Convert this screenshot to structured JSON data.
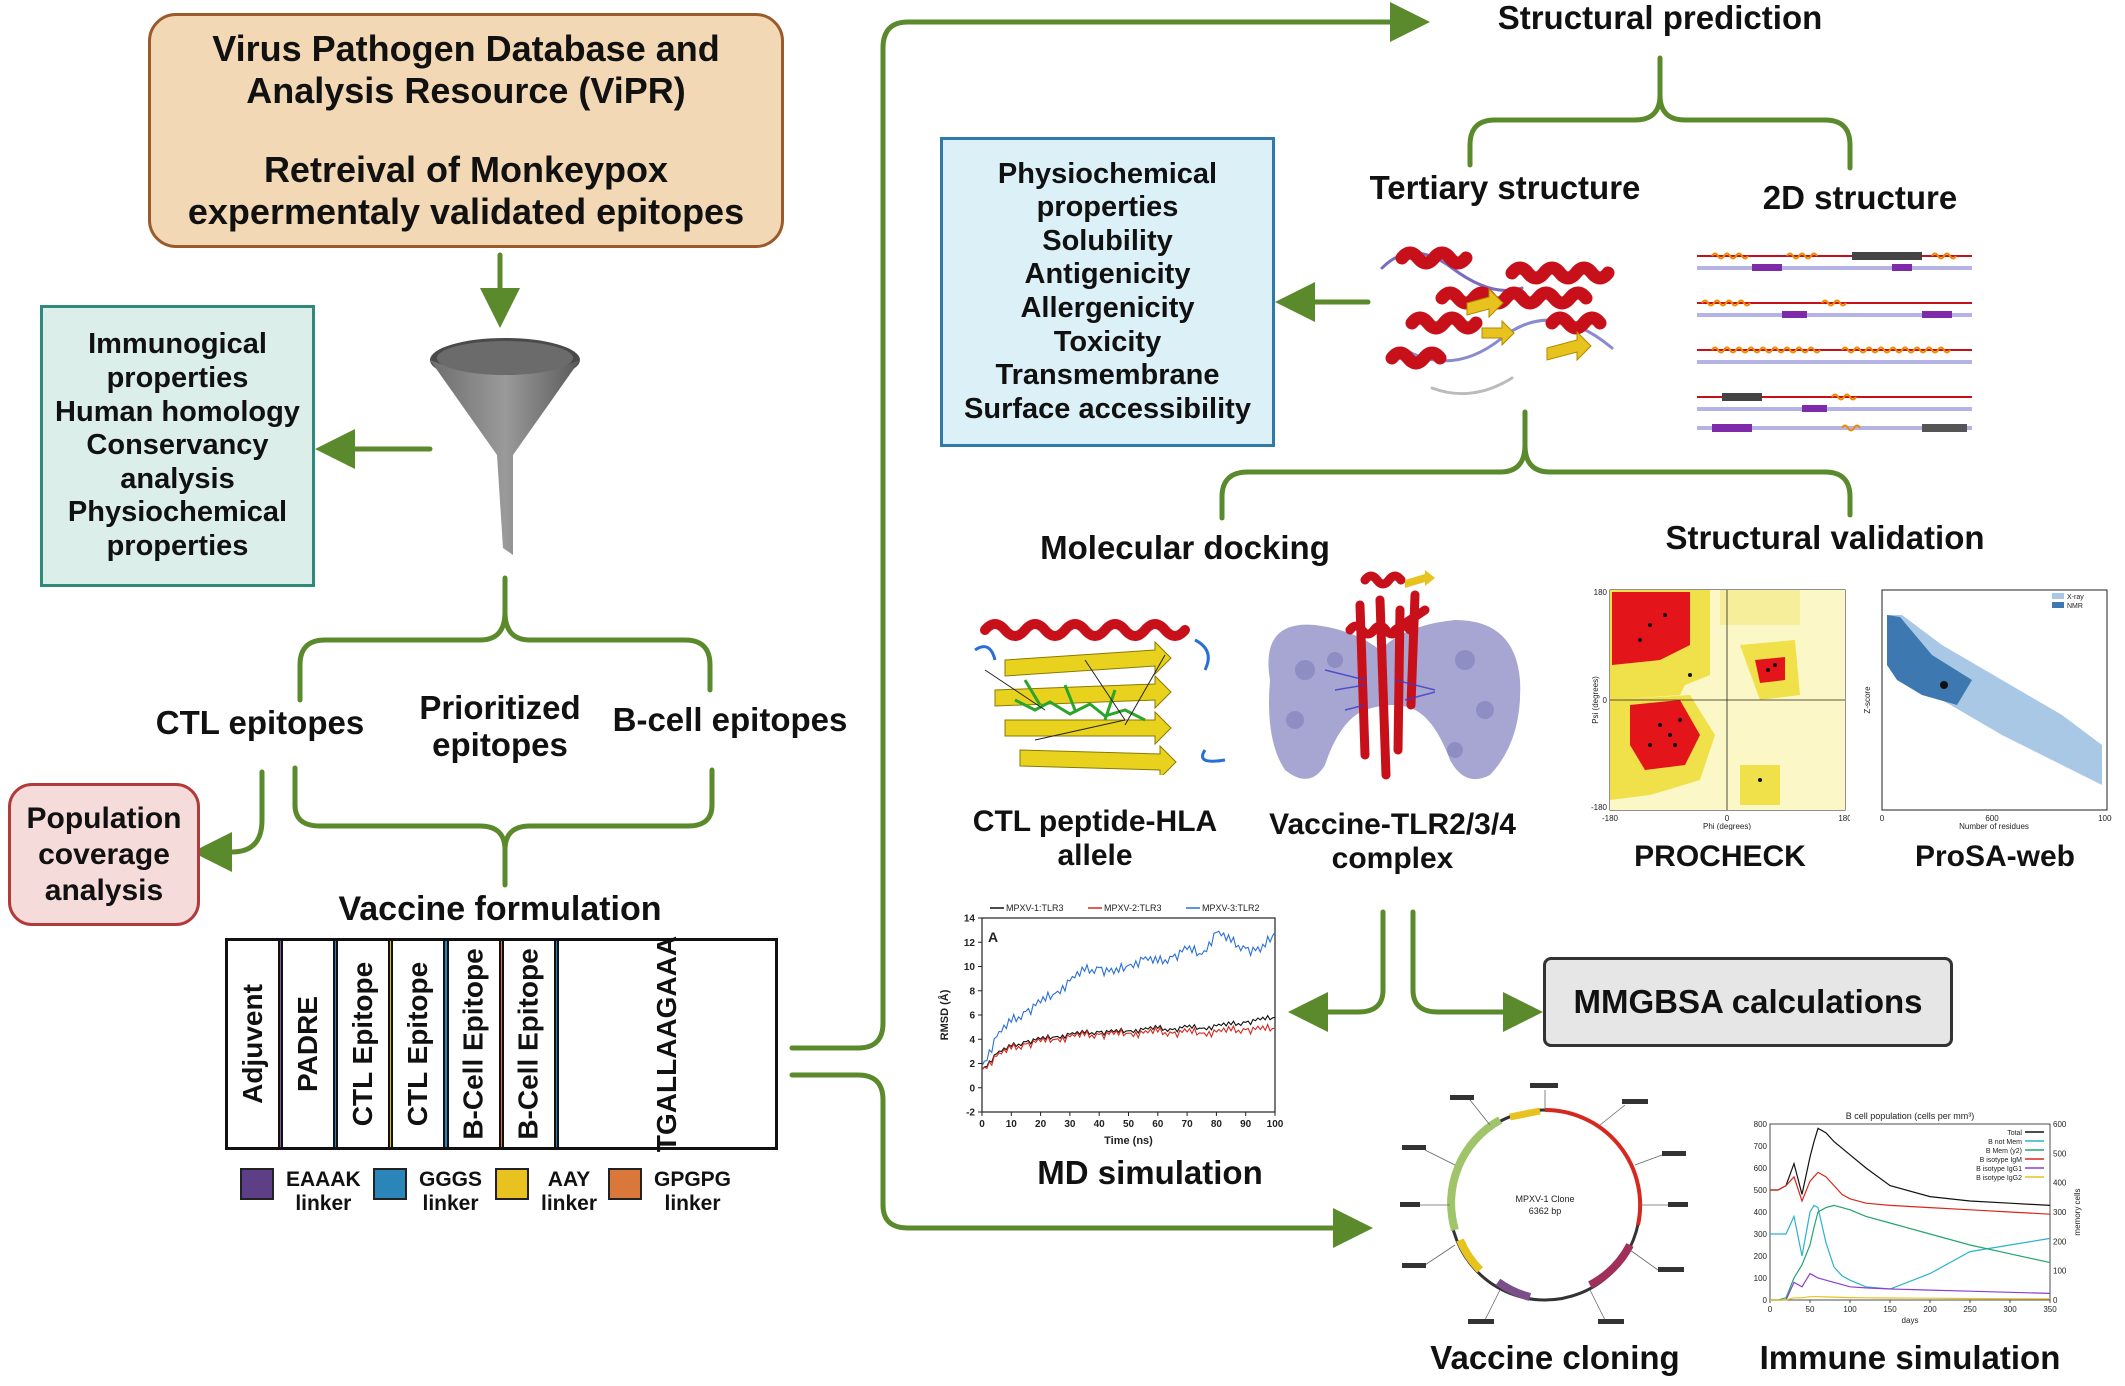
{
  "vipr_box": {
    "title_lines": [
      "Virus Pathogen Database and",
      "Analysis Resource (ViPR)"
    ],
    "subtitle_lines": [
      "Retreival of Monkeypox",
      "expermentaly validated epitopes"
    ]
  },
  "filter_box": {
    "lines": [
      "Immunogical",
      "properties",
      "Human homology",
      "Conservancy",
      "analysis",
      "Physiochemical",
      "properties"
    ]
  },
  "epitopes": {
    "ctl": "CTL epitopes",
    "prioritized_lines": [
      "Prioritized",
      "epitopes"
    ],
    "bcell": "B-cell epitopes"
  },
  "population_box": {
    "lines": [
      "Population",
      "coverage",
      "analysis"
    ]
  },
  "vaccine_formulation": {
    "title": "Vaccine formulation",
    "segments": [
      {
        "label": "Adjuvent",
        "type": "text"
      },
      {
        "label": "",
        "type": "linker",
        "color": "#7f5aa8"
      },
      {
        "label": "PADRE",
        "type": "text"
      },
      {
        "label": "",
        "type": "linker",
        "color": "#2a86b8"
      },
      {
        "label": "CTL Epitope",
        "type": "text"
      },
      {
        "label": "",
        "type": "linker",
        "color": "#e8c21e"
      },
      {
        "label": "CTL Epitope",
        "type": "text"
      },
      {
        "label": "",
        "type": "linker",
        "color": "#2a86b8"
      },
      {
        "label": "B-Cell Epitope",
        "type": "text"
      },
      {
        "label": "",
        "type": "linker",
        "color": "#d9783a"
      },
      {
        "label": "B-Cell Epitope",
        "type": "text"
      },
      {
        "label": "",
        "type": "linker",
        "color": "#2a86b8"
      },
      {
        "label": "TGALLAAGAAA",
        "type": "text"
      }
    ],
    "legend": [
      {
        "name_lines": [
          "EAAAK",
          "linker"
        ],
        "color": "#5c3f86"
      },
      {
        "name_lines": [
          "GGGS",
          "linker"
        ],
        "color": "#2a86b8"
      },
      {
        "name_lines": [
          "AAY",
          "linker"
        ],
        "color": "#e8c21e"
      },
      {
        "name_lines": [
          "GPGPG",
          "linker"
        ],
        "color": "#d9783a"
      }
    ]
  },
  "structural_prediction": {
    "title": "Structural prediction",
    "tertiary": "Tertiary structure",
    "secondary": "2D structure"
  },
  "properties_box": {
    "lines": [
      "Physiochemical",
      "properties",
      "Solubility",
      "Antigenicity",
      "Allergenicity",
      "Toxicity",
      "Transmembrane",
      "Surface accessibility"
    ]
  },
  "docking": {
    "title": "Molecular docking",
    "ctl_lines": [
      "CTL peptide-HLA",
      "allele"
    ],
    "tlr_lines": [
      "Vaccine-TLR2/3/4",
      "complex"
    ]
  },
  "validation": {
    "title": "Structural validation",
    "procheck": "PROCHECK",
    "prosa": "ProSA-web",
    "procheck_axes": {
      "x": "Phi (degrees)",
      "y": "Psi (degrees)"
    },
    "prosa_axes": {
      "x": "Number of residues",
      "y": "Z-score"
    },
    "prosa_legend": [
      "X-ray",
      "NMR"
    ]
  },
  "md": {
    "title": "MD simulation",
    "panel_letter": "A",
    "chart_data": {
      "type": "line",
      "title": "",
      "xlabel": "Time (ns)",
      "ylabel": "RMSD (Å)",
      "xlim": [
        0,
        100
      ],
      "ylim": [
        -2,
        14
      ],
      "xticks": [
        "0",
        "10",
        "20",
        "30",
        "40",
        "50",
        "60",
        "70",
        "80",
        "90",
        "100"
      ],
      "yticks": [
        "-2",
        "0",
        "2",
        "4",
        "6",
        "8",
        "10",
        "12",
        "14"
      ],
      "x": [
        0,
        5,
        10,
        15,
        20,
        25,
        30,
        35,
        40,
        45,
        50,
        55,
        60,
        65,
        70,
        75,
        80,
        85,
        90,
        95,
        100
      ],
      "series": [
        {
          "name": "MPXV-1:TLR3",
          "color": "#111111",
          "values": [
            1.5,
            2.8,
            3.4,
            3.8,
            4.0,
            4.2,
            4.4,
            4.5,
            4.6,
            4.6,
            4.7,
            4.8,
            4.9,
            4.8,
            5.0,
            4.9,
            5.1,
            5.2,
            5.4,
            5.6,
            5.8
          ]
        },
        {
          "name": "MPXV-2:TLR3",
          "color": "#d6281e",
          "values": [
            1.5,
            2.6,
            3.2,
            3.6,
            3.8,
            4.0,
            4.2,
            4.3,
            4.4,
            4.4,
            4.5,
            4.5,
            4.6,
            4.5,
            4.6,
            4.5,
            4.6,
            4.7,
            4.8,
            4.8,
            4.9
          ]
        },
        {
          "name": "MPXV-3:TLR2",
          "color": "#2a6fd6",
          "values": [
            1.8,
            4.2,
            5.4,
            6.3,
            7.0,
            7.8,
            8.8,
            9.6,
            9.9,
            9.4,
            10.1,
            10.6,
            10.3,
            10.8,
            11.4,
            11.0,
            12.8,
            12.0,
            11.5,
            11.2,
            12.8
          ]
        }
      ]
    }
  },
  "mmgbsa": "MMGBSA calculations",
  "cloning": {
    "title": "Vaccine cloning",
    "plasmid_name": "MPXV-1 Clone",
    "plasmid_size": "6362 bp"
  },
  "immune": {
    "title": "Immune simulation",
    "chart_data": {
      "type": "line",
      "title": "B cell population (cells per mm³)",
      "xlabel": "days",
      "ylabel_right": "memory cells",
      "xlim": [
        0,
        350
      ],
      "ylim": [
        0,
        800
      ],
      "ylim_right": [
        0,
        600
      ],
      "xticks": [
        "0",
        "50",
        "100",
        "150",
        "200",
        "250",
        "300",
        "350"
      ],
      "yticks": [
        "0",
        "100",
        "200",
        "300",
        "400",
        "500",
        "600",
        "700",
        "800"
      ],
      "yticks_right": [
        "0",
        "100",
        "200",
        "300",
        "400",
        "500",
        "600"
      ],
      "x": [
        0,
        5,
        10,
        20,
        30,
        40,
        50,
        55,
        60,
        70,
        80,
        90,
        100,
        120,
        150,
        200,
        250,
        300,
        350
      ],
      "series": [
        {
          "name": "Total",
          "color": "#111111",
          "values": [
            500,
            500,
            500,
            520,
            620,
            480,
            650,
            720,
            780,
            760,
            720,
            690,
            660,
            600,
            520,
            470,
            450,
            440,
            430
          ]
        },
        {
          "name": "B not Mem",
          "color": "#2bb3c9",
          "values": [
            300,
            300,
            300,
            300,
            380,
            200,
            400,
            430,
            420,
            260,
            150,
            110,
            90,
            60,
            50,
            120,
            220,
            250,
            280
          ]
        },
        {
          "name": "B Mem (y2)",
          "color": "#22a56e",
          "values": [
            0,
            0,
            0,
            10,
            100,
            160,
            250,
            330,
            400,
            420,
            430,
            420,
            410,
            380,
            350,
            300,
            250,
            210,
            170
          ]
        },
        {
          "name": "B isotype IgM",
          "color": "#d6281e",
          "values": [
            500,
            500,
            500,
            520,
            560,
            450,
            540,
            560,
            580,
            560,
            520,
            480,
            460,
            440,
            430,
            420,
            410,
            400,
            390
          ]
        },
        {
          "name": "B isotype IgG1",
          "color": "#8a3fd1",
          "values": [
            0,
            0,
            0,
            0,
            80,
            60,
            120,
            110,
            100,
            90,
            80,
            70,
            60,
            55,
            50,
            45,
            40,
            35,
            30
          ]
        },
        {
          "name": "B isotype IgG2",
          "color": "#e8c21e",
          "values": [
            0,
            0,
            0,
            0,
            10,
            10,
            15,
            15,
            15,
            14,
            13,
            12,
            11,
            10,
            9,
            8,
            7,
            6,
            5
          ]
        }
      ]
    }
  }
}
